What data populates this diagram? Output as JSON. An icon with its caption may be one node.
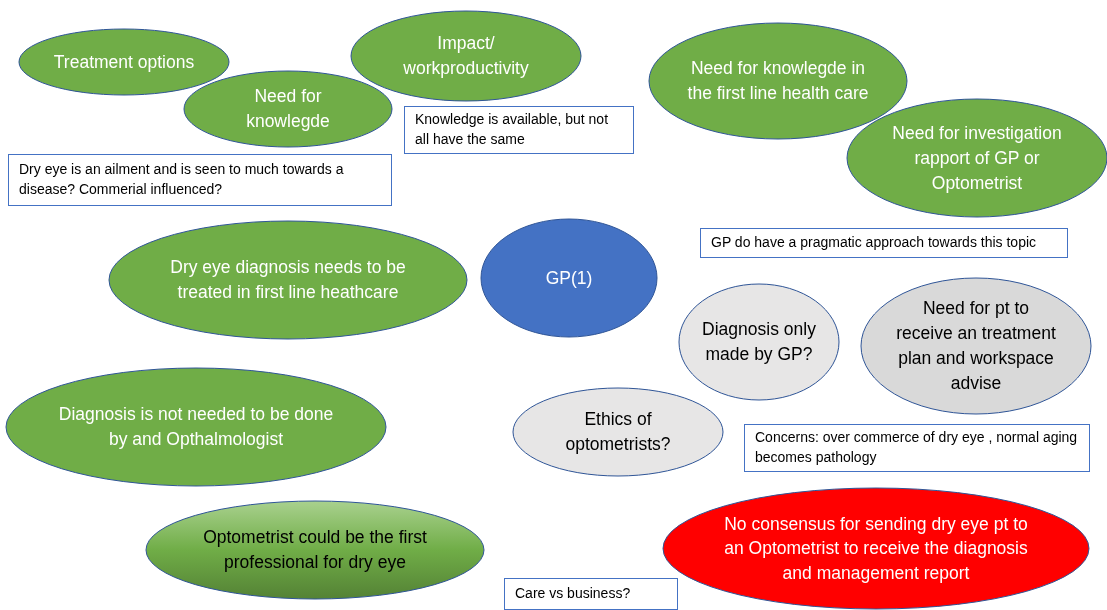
{
  "diagram": {
    "nodes": [
      {
        "text": [
          "Treatment options"
        ]
      },
      {
        "text": [
          "Impact/ workproductivity"
        ]
      },
      {
        "text": [
          "Need for knowlegde in the first line health care"
        ]
      },
      {
        "text": [
          "Need for knowlegde"
        ]
      },
      {
        "text": [
          "Knowledge is available, but not all have the same"
        ]
      },
      {
        "text": [
          "Need for investigation rapport of GP or Optometrist"
        ]
      },
      {
        "text": [
          "Dry eye is an ailment and is seen to much towards a disease? Commerial influenced?"
        ]
      },
      {
        "text": [
          "GP do have a pragmatic approach towards this topic"
        ]
      },
      {
        "text": [
          "Dry eye diagnosis needs to be treated in first line heathcare"
        ]
      },
      {
        "text": [
          "GP(1)"
        ]
      },
      {
        "text": [
          "Diagnosis only made by GP?"
        ]
      },
      {
        "text": [
          "Need for pt to receive an treatment plan and workspace advise"
        ]
      },
      {
        "text": [
          "Diagnosis is not needed to be done by and Opthalmologist"
        ]
      },
      {
        "text": [
          "Ethics of optometrists?"
        ]
      },
      {
        "text": [
          "Concerns: over commerce of dry eye , normal aging becomes pathology"
        ]
      },
      {
        "text": [
          "Optometrist could be the first professional for dry eye"
        ]
      },
      {
        "text": [
          "No consensus for sending dry eye pt to an Optometrist to receive the diagnosis and management report"
        ]
      },
      {
        "text": [
          "Care vs business?"
        ]
      }
    ]
  }
}
